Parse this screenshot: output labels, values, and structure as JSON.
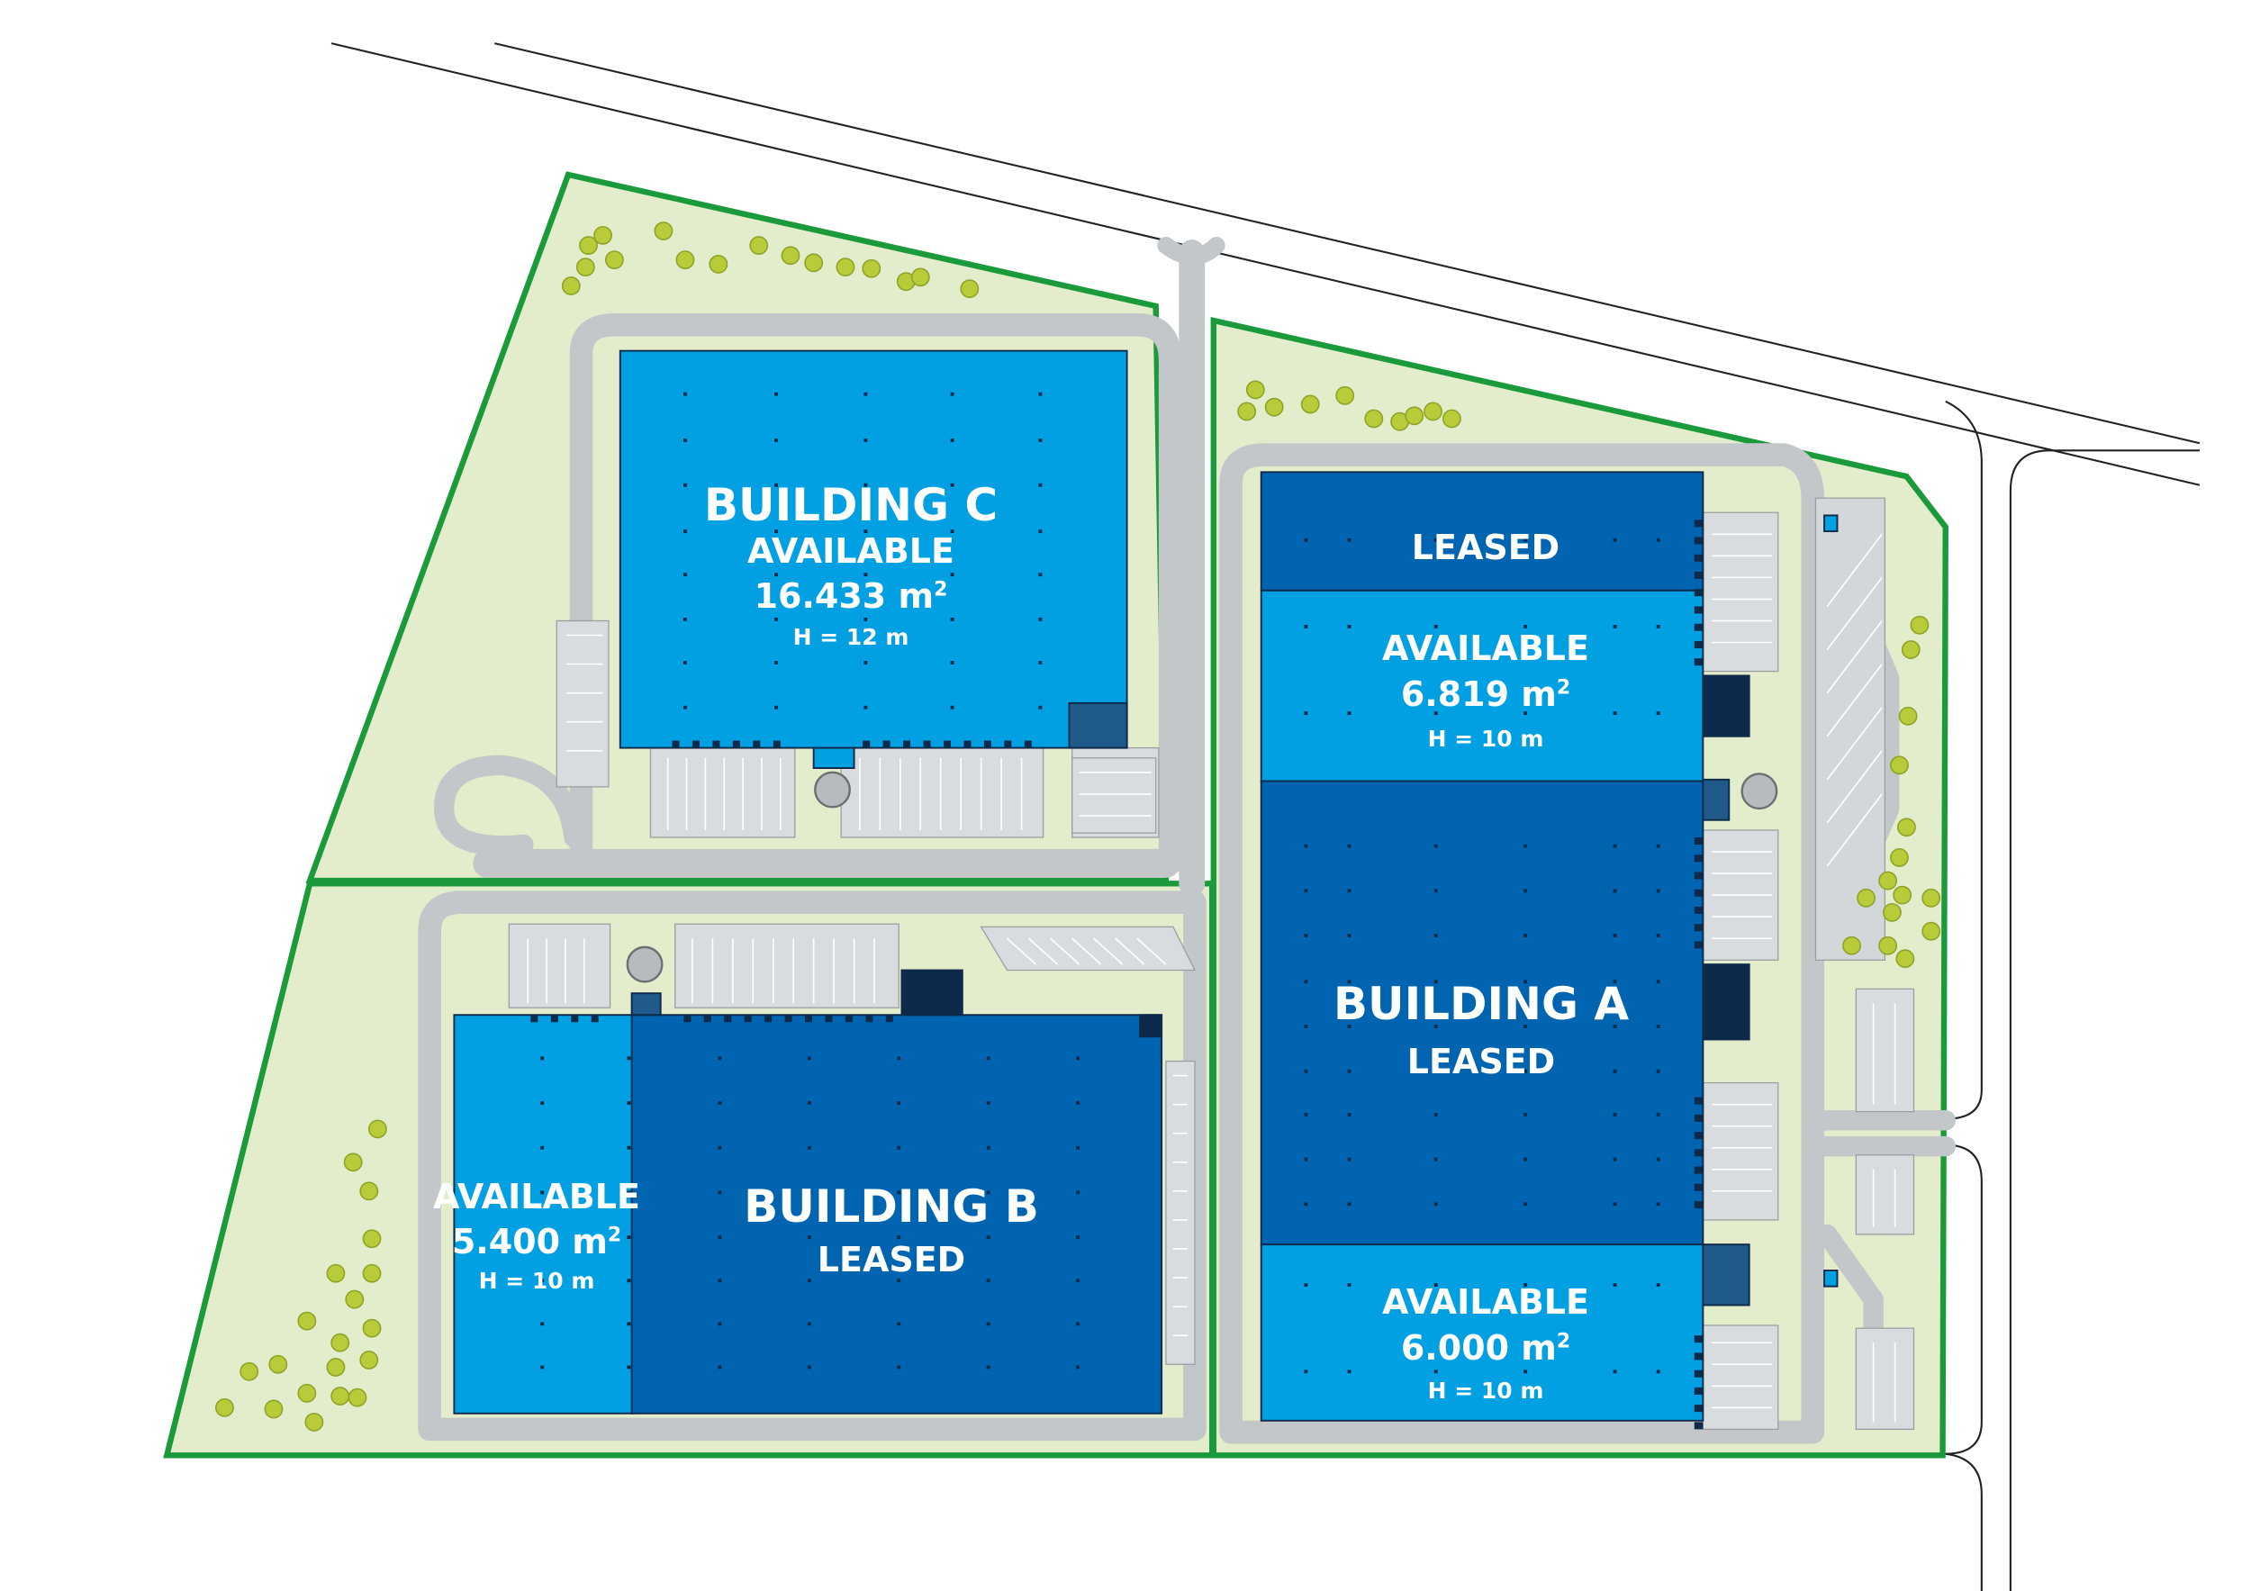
{
  "colors": {
    "available": "#00A0E3",
    "leased": "#0064B0",
    "dark_block": "#1F5A8A",
    "boundary": "#1A9A3A",
    "grass": "#E4EDCB",
    "road": "#C4C7C9",
    "tree": "#B8CC3A"
  },
  "buildings": {
    "c": {
      "title": "BUILDING C",
      "status": "AVAILABLE",
      "area_value": "16.433 m",
      "area_unit_sup": "2",
      "height": "H = 12 m"
    },
    "b": {
      "title": "BUILDING B",
      "status": "LEASED",
      "unit_available": {
        "status": "AVAILABLE",
        "area_value": "5.400 m",
        "area_unit_sup": "2",
        "height": "H = 10 m"
      }
    },
    "a": {
      "title": "BUILDING A",
      "status": "LEASED",
      "unit_top": {
        "status": "LEASED"
      },
      "unit_upper": {
        "status": "AVAILABLE",
        "area_value": "6.819 m",
        "area_unit_sup": "2",
        "height": "H = 10 m"
      },
      "unit_bottom": {
        "status": "AVAILABLE",
        "area_value": "6.000 m",
        "area_unit_sup": "2",
        "height": "H = 10 m"
      }
    }
  }
}
